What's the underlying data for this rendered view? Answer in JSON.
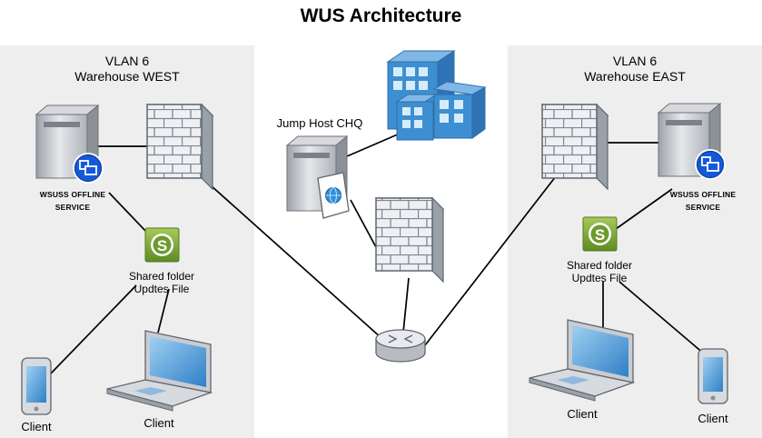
{
  "diagram": {
    "title": "WUS Architecture",
    "west": {
      "vlan": "VLAN 6",
      "site": "Warehouse WEST",
      "service_line1": "WSUSS OFFLINE",
      "service_line2": "SERVICE",
      "share_line1": "Shared folder",
      "share_line2": "Updtes File",
      "client_phone": "Client",
      "client_laptop": "Client"
    },
    "center": {
      "jump_host": "Jump Host CHQ"
    },
    "east": {
      "vlan": "VLAN 6",
      "site": "Warehouse EAST",
      "service_line1": "WSUSS OFFLINE",
      "service_line2": "SERVICE",
      "share_line1": "Shared folder",
      "share_line2": "Updtes File",
      "client_laptop": "Client",
      "client_phone": "Client"
    },
    "colors": {
      "zone_fill": "#eeeeee",
      "building": "#3d8fd1",
      "share_icon": "#7aa43a",
      "service_badge": "#1459d9"
    }
  }
}
